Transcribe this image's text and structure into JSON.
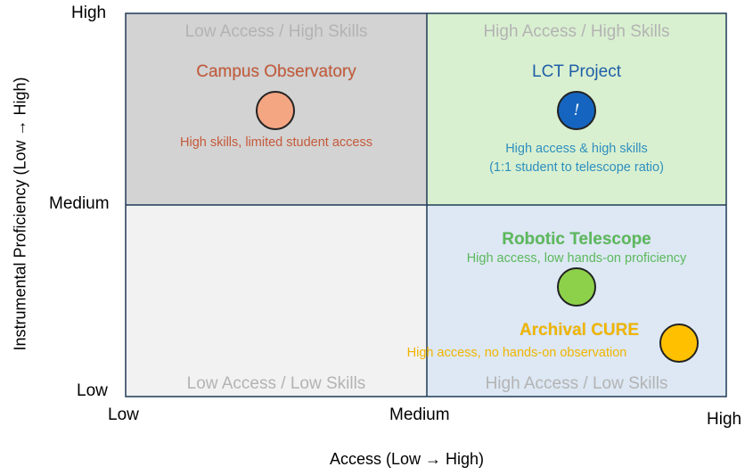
{
  "colors": {
    "q_top_left": "#d3d3d3",
    "q_top_right": "#d9f0d0",
    "q_bottom_left": "#f2f2f2",
    "q_bottom_right": "#dde8f4",
    "border": "#1f3a56",
    "campus": "#c55a3a",
    "campus_dot": "#f4a582",
    "lct": "#1f5fa8",
    "lct_text": "#2e8fbf",
    "lct_dot": "#1565c0",
    "robotic": "#5cb85c",
    "robotic_dot": "#8dd14b",
    "archival": "#f0b400",
    "archival_dot": "#ffc000",
    "quadrant_label": "#b3b3b3"
  },
  "chart_data": {
    "type": "scatter",
    "xlabel": "Access (Low → High)",
    "ylabel": "Instrumental Proficiency (Low → High)",
    "x_ticks": [
      "Low",
      "Medium",
      "High"
    ],
    "y_ticks": [
      "Low",
      "Medium",
      "High"
    ],
    "quadrants": [
      {
        "name": "Low Access / High Skills",
        "position": "top-left"
      },
      {
        "name": "High Access / High Skills",
        "position": "top-right"
      },
      {
        "name": "Low Access / Low Skills",
        "position": "bottom-left"
      },
      {
        "name": "High Access / Low Skills",
        "position": "bottom-right"
      }
    ],
    "points": [
      {
        "name": "Campus Observatory",
        "description": "High skills, limited student access",
        "x": 0.5,
        "y": 1.5
      },
      {
        "name": "LCT Project",
        "description_lines": [
          "High access & high skills",
          "(1:1 student to telescope ratio)"
        ],
        "marker": "!",
        "x": 1.5,
        "y": 1.5
      },
      {
        "name": "Robotic Telescope",
        "description": "High access, low hands-on proficiency",
        "x": 1.5,
        "y": 0.55
      },
      {
        "name": "Archival CURE",
        "description": "High access, no hands-on observation",
        "x": 1.83,
        "y": 0.28
      }
    ]
  }
}
